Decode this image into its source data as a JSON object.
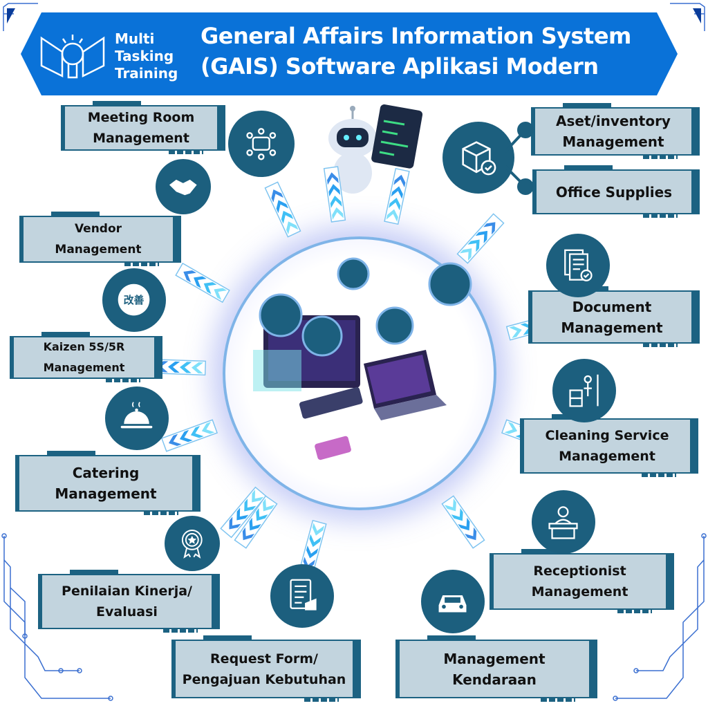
{
  "header": {
    "brand": [
      "Multi",
      "Tasking",
      "Training"
    ],
    "title_line1": "General Affairs Information System",
    "title_line2": "(GAIS) Software Aplikasi Modern"
  },
  "modules": [
    {
      "id": "meeting-room",
      "line1": "Meeting Room",
      "line2": "Management",
      "icon": "meeting-icon"
    },
    {
      "id": "vendor",
      "line1": "Vendor",
      "line2": "Management",
      "icon": "handshake-icon"
    },
    {
      "id": "kaizen",
      "line1": "Kaizen 5S/5R",
      "line2": "Management",
      "icon": "kaizen-icon",
      "icon_text": "改善"
    },
    {
      "id": "catering",
      "line1": "Catering",
      "line2": "Management",
      "icon": "cloche-icon"
    },
    {
      "id": "penilaian",
      "line1": "Penilaian Kinerja/",
      "line2": "Evaluasi",
      "icon": "award-icon"
    },
    {
      "id": "request-form",
      "line1": "Request Form/",
      "line2": "Pengajuan Kebutuhan",
      "icon": "form-icon"
    },
    {
      "id": "kendaraan",
      "line1": "Management",
      "line2": "Kendaraan",
      "icon": "car-icon"
    },
    {
      "id": "receptionist",
      "line1": "Receptionist",
      "line2": "Management",
      "icon": "receptionist-icon"
    },
    {
      "id": "cleaning",
      "line1": "Cleaning Service",
      "line2": "Management",
      "icon": "cleaning-icon"
    },
    {
      "id": "document",
      "line1": "Document",
      "line2": "Management",
      "icon": "document-icon"
    },
    {
      "id": "office-supplies",
      "line1": "Office Supplies",
      "line2": "",
      "icon": "box-check-icon"
    },
    {
      "id": "aset",
      "line1": "Aset/inventory",
      "line2": "Management",
      "icon": "box-check-icon"
    }
  ],
  "colors": {
    "banner": "#0a72d8",
    "box": "#c2d4de",
    "accent": "#1c6282"
  }
}
